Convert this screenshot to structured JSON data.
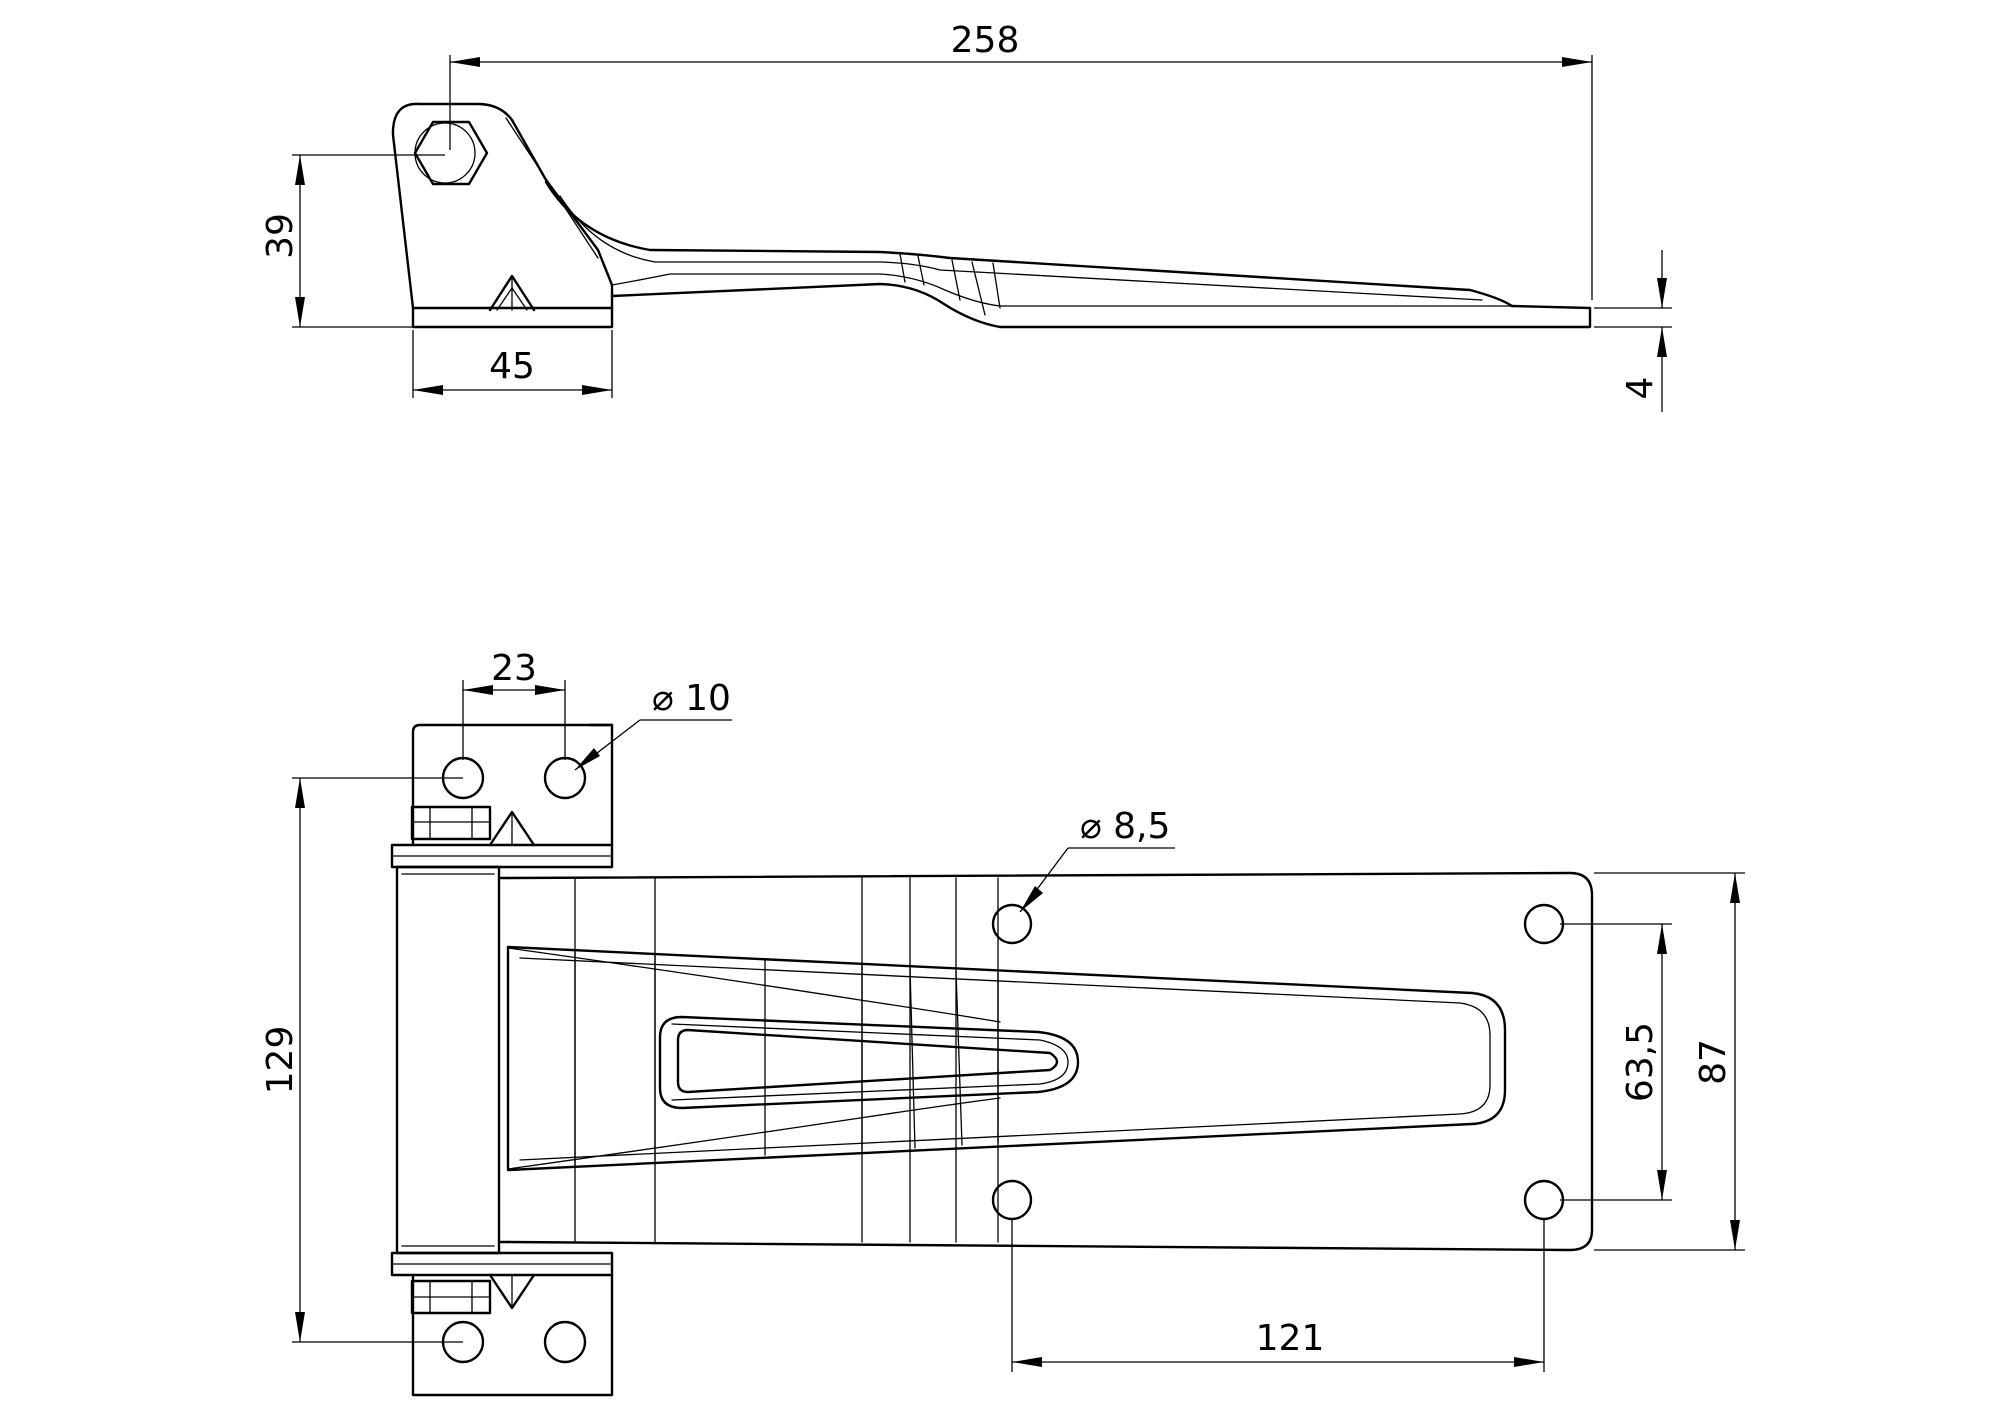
{
  "dimensions": {
    "total_length": "258",
    "knuckle_height": "39",
    "base_width": "45",
    "thickness": "4",
    "hinge_hole_spacing": "23",
    "hinge_hole_diameter": "⌀ 10",
    "leaf_hole_diameter": "⌀ 8,5",
    "overall_height": "129",
    "leaf_hole_pitch_vertical": "63,5",
    "leaf_height": "87",
    "leaf_hole_pitch_horizontal": "121"
  }
}
